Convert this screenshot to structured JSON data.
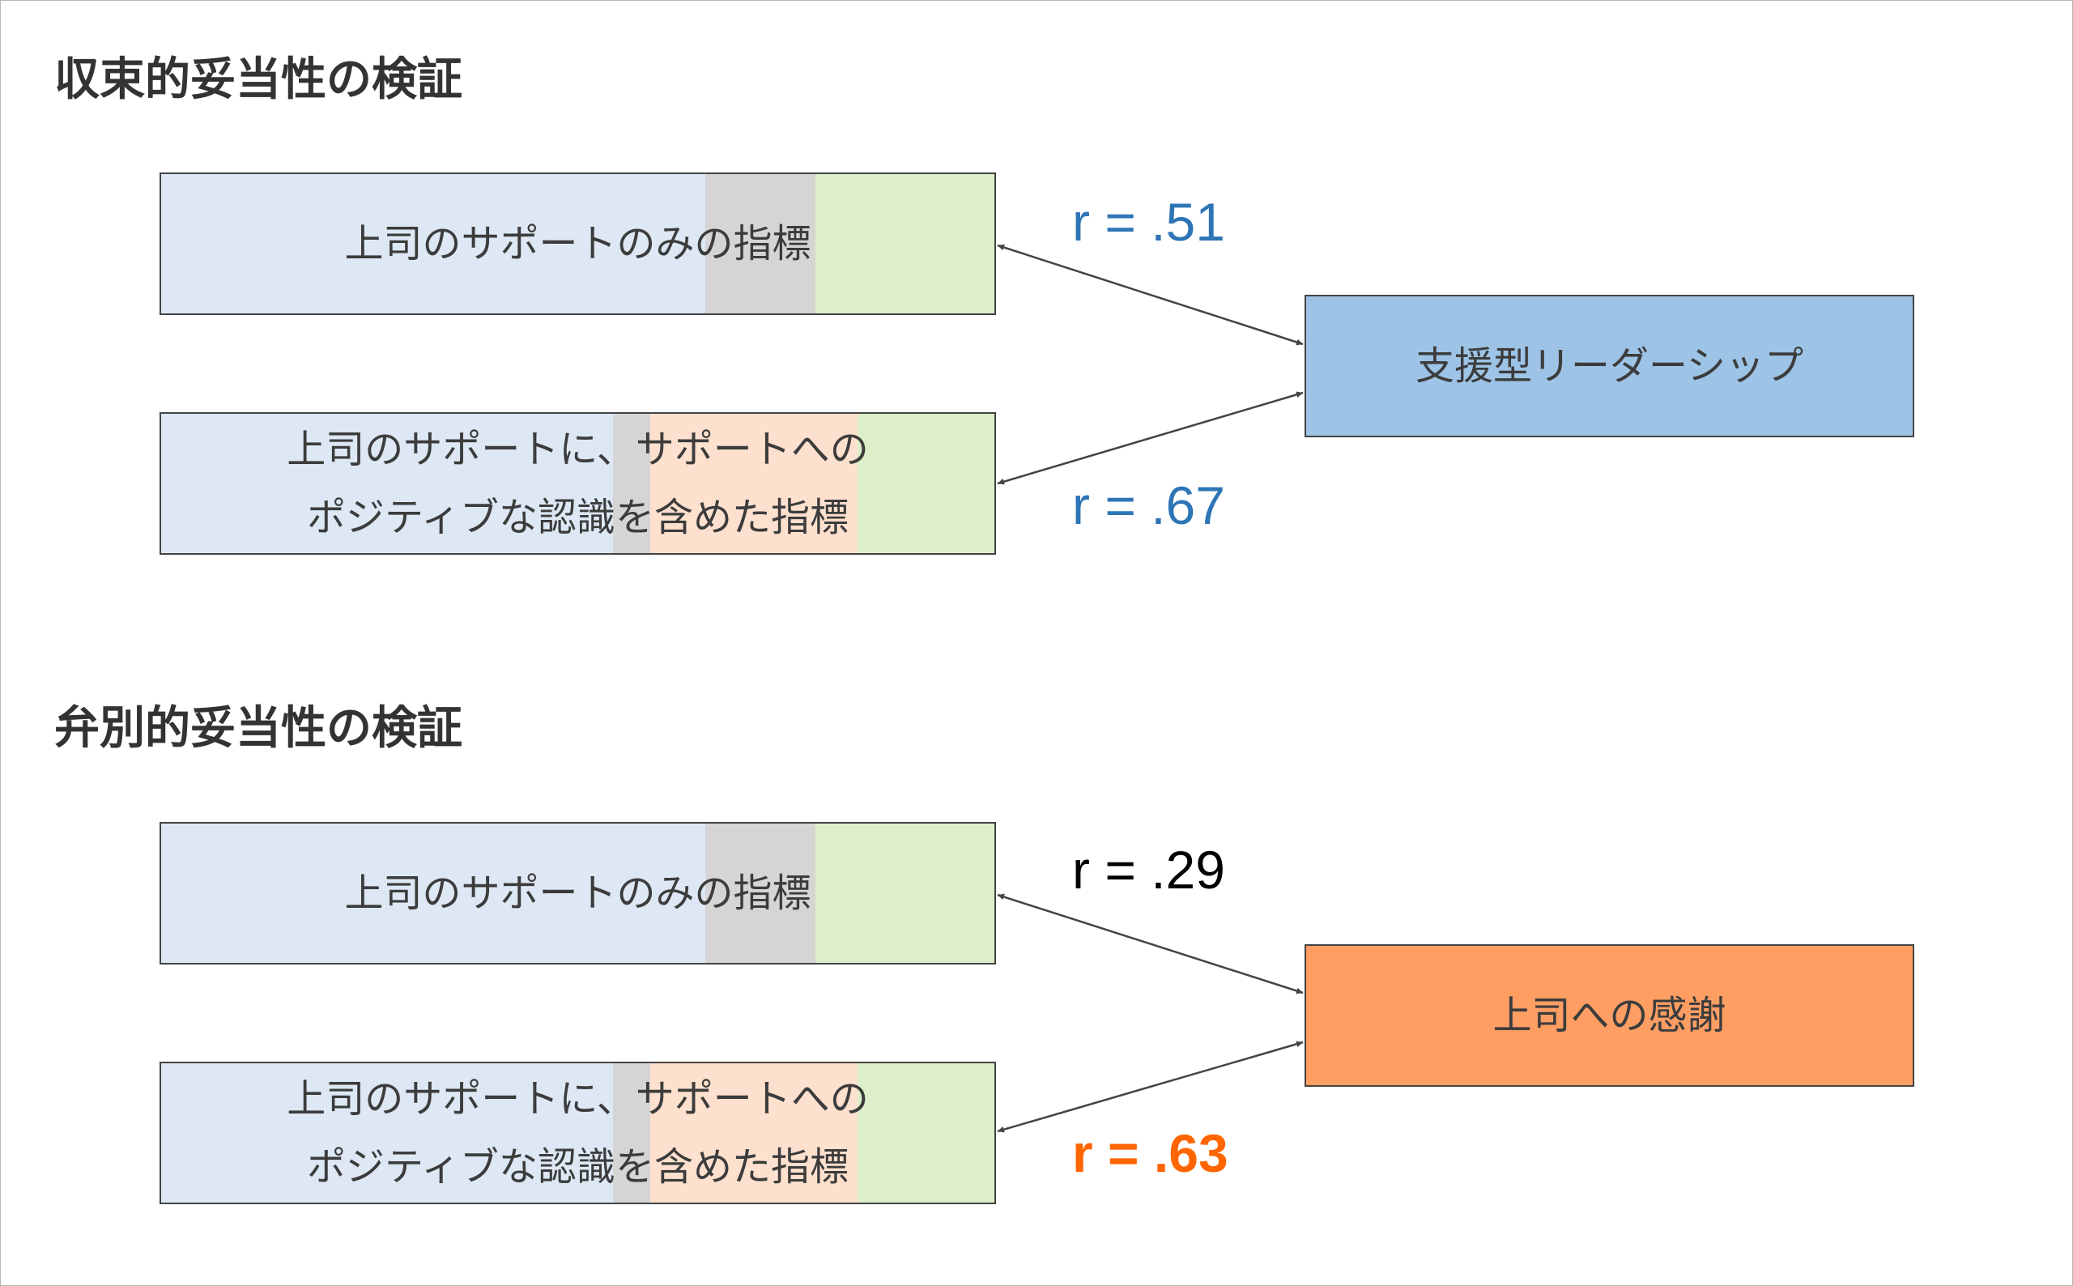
{
  "sections": [
    {
      "title": "収束的妥当性の検証",
      "indicator_a": "上司のサポートのみの指標",
      "indicator_b_line1": "上司のサポートに、サポートへの",
      "indicator_b_line2": "ポジティブな認識を含めた指標",
      "target": "支援型リーダーシップ",
      "r_a": "r = .51",
      "r_b": "r = .67"
    },
    {
      "title": "弁別的妥当性の検証",
      "indicator_a": "上司のサポートのみの指標",
      "indicator_b_line1": "上司のサポートに、サポートへの",
      "indicator_b_line2": "ポジティブな認識を含めた指標",
      "target": "上司への感謝",
      "r_a": "r = .29",
      "r_b": "r = .63"
    }
  ],
  "colors": {
    "r_convergent": "#2e75b6",
    "r_neutral": "#000000",
    "r_highlight": "#ff6600",
    "target_leadership_fill": "#9dc3e6",
    "target_gratitude_fill": "#ff9e63",
    "arrow": "#444444"
  }
}
